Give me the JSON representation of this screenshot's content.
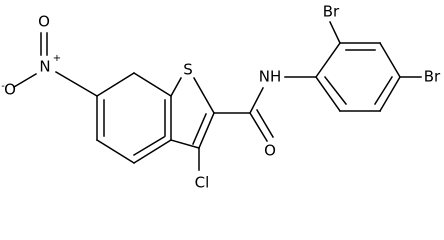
{
  "labels": {
    "nitrogen_nitro": "N",
    "nitro_plus": "+",
    "oxygen_top": "O",
    "oxygen_left": "O",
    "oxygen_minus": "-",
    "sulfur": "S",
    "chlorine": "Cl",
    "amide_nh": "NH",
    "amide_o": "O",
    "bromine_top": "Br",
    "bromine_right": "Br"
  }
}
